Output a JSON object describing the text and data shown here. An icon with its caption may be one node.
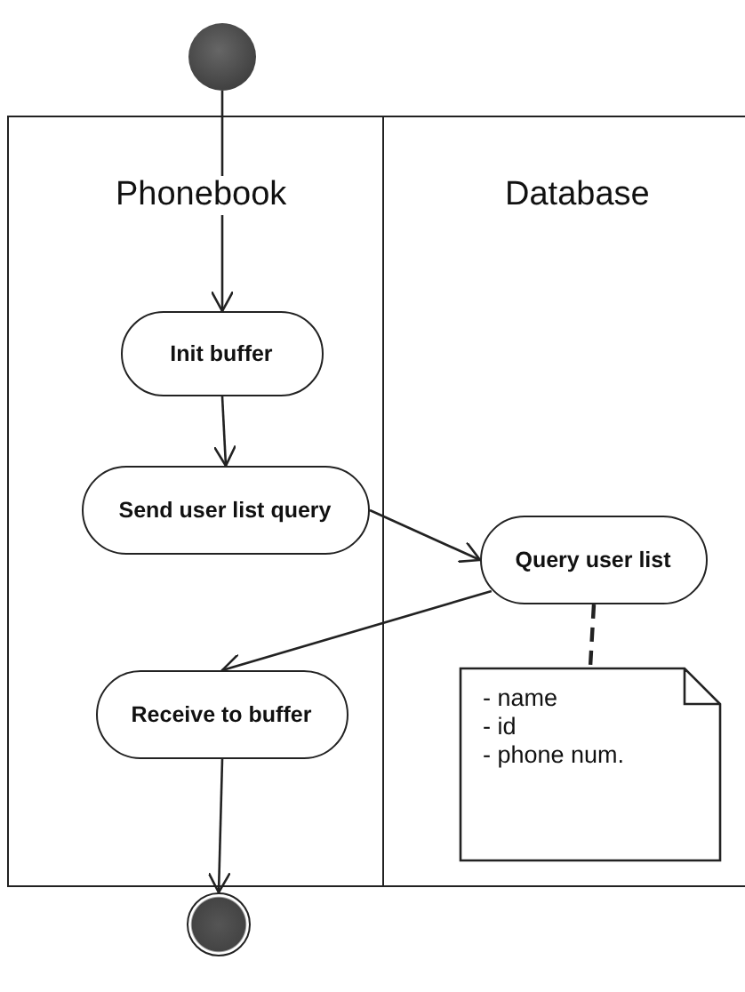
{
  "diagram": {
    "nodes": [
      {
        "text": [],
        "shape": "circle"
      },
      {
        "text": [
          "Phonebook"
        ]
      },
      {
        "text": [
          "Database"
        ]
      },
      {
        "text": [
          "Init buffer"
        ],
        "in": 1
      },
      {
        "text": [
          "Send user list query"
        ],
        "in": 1
      },
      {
        "text": [
          "Query user list"
        ],
        "in": 2
      },
      {
        "text": [
          "Receive to buffer"
        ],
        "in": 1
      },
      {
        "text": [
          "- name",
          "- id",
          "- phone num."
        ],
        "in": 2
      },
      {
        "text": [],
        "shape": "circle"
      }
    ],
    "edges": [
      {
        "from": 0,
        "to": 3,
        "arrow": "to"
      },
      {
        "from": 3,
        "to": 4,
        "arrow": "to"
      },
      {
        "from": 4,
        "to": 5,
        "arrow": "to"
      },
      {
        "from": 5,
        "to": 6,
        "arrow": "to"
      },
      {
        "from": 5,
        "to": 7,
        "arrow": "none",
        "style": "dashed"
      },
      {
        "from": 6,
        "to": 8,
        "arrow": "to"
      }
    ]
  }
}
